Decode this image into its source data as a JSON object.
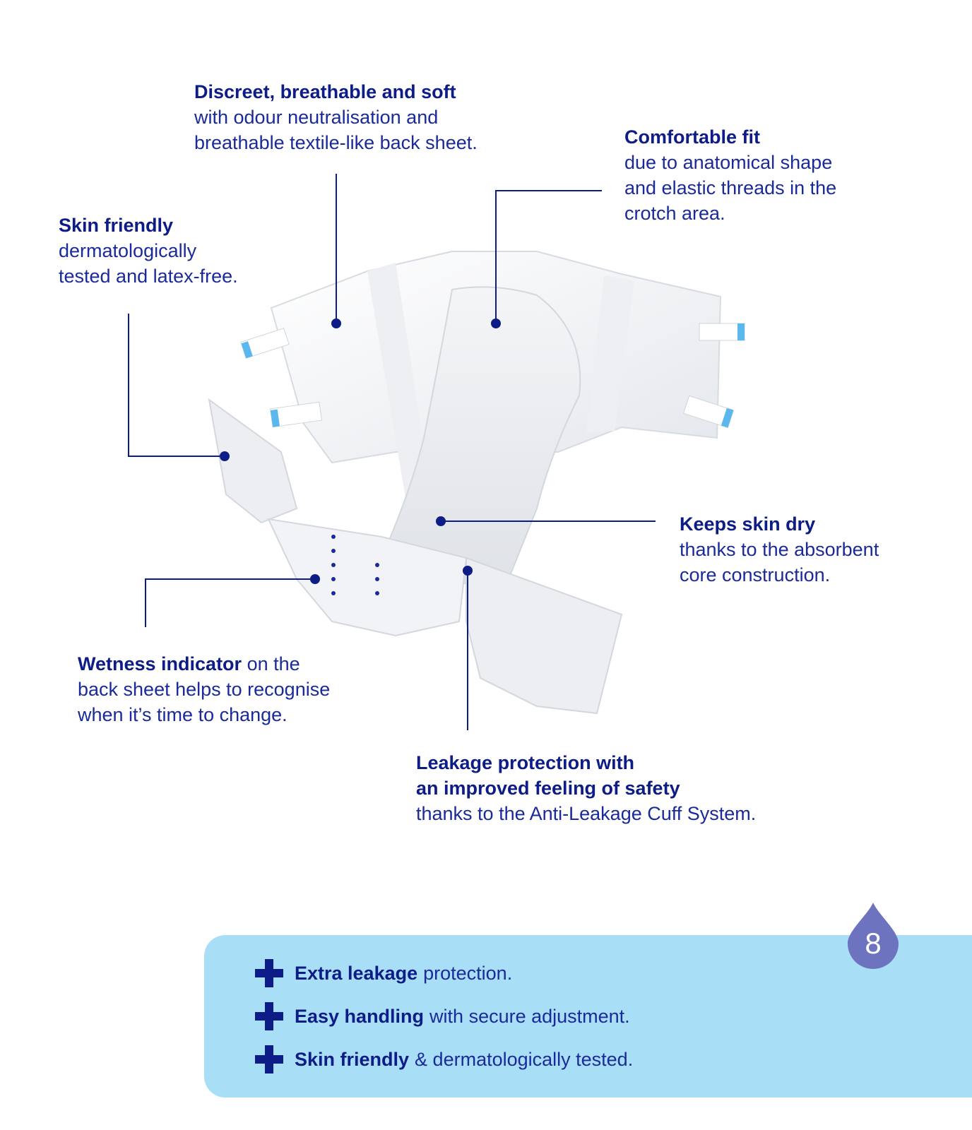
{
  "callouts": {
    "discreet": {
      "heading": "Discreet, breathable and soft",
      "line1": "with odour neutralisation and",
      "line2": "breathable textile-like back sheet."
    },
    "comfortable": {
      "heading": "Comfortable fit",
      "line1": "due to anatomical shape",
      "line2": "and elastic threads in the",
      "line3": "crotch area."
    },
    "skin": {
      "heading": "Skin friendly",
      "line1": "dermatologically",
      "line2": "tested and latex-free."
    },
    "dry": {
      "heading": "Keeps skin dry",
      "line1": "thanks to the absorbent",
      "line2": "core construction."
    },
    "wetness": {
      "heading": "Wetness indicator",
      "rest": " on the",
      "line1": "back sheet helps to recognise",
      "line2": "when it’s time to change."
    },
    "leakage": {
      "heading1": "Leakage protection with",
      "heading2": "an improved feeling of safety",
      "line1": "thanks to the Anti-Leakage Cuff System."
    }
  },
  "features": [
    {
      "bold": "Extra leakage",
      "rest": "protection."
    },
    {
      "bold": "Easy handling",
      "rest": "with secure adjustment."
    },
    {
      "bold": "Skin friendly",
      "rest": "& dermatologically tested."
    }
  ],
  "badge": {
    "number": "8"
  },
  "colors": {
    "navy": "#0d1c86",
    "panel": "#a9def7",
    "badge": "#6e73c0",
    "tab_blue": "#5bb8ec"
  },
  "icons": {
    "feature_bullet": "plus-icon",
    "badge": "droplet-icon"
  }
}
